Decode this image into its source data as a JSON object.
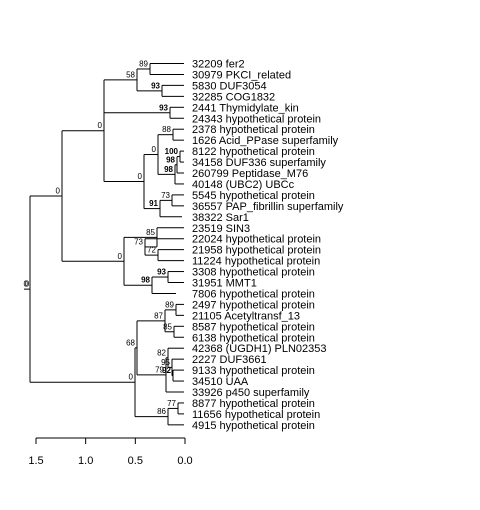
{
  "tree": {
    "leaves": [
      "32209 fer2",
      "30979 PKCI_related",
      "5830 DUF3054",
      "32285 COG1832",
      "2441 Thymidylate_kin",
      "24343 hypothetical protein",
      "2378 hypothetical protein",
      "1626 Acid_PPase superfamily",
      "8122 hypothetical protein",
      "34158 DUF336 superfamily",
      "260799 Peptidase_M76",
      "40148 (UBC2) UBCc",
      "5545 hypothetical protein",
      "36557 PAP_fibrillin superfamily",
      "38322 Sar1",
      "23519 SIN3",
      "22024 hypothetical protein",
      "21958 hypothetical protein",
      "11224 hypothetical protein",
      "3308 hypothetical protein",
      "31951 MMT1",
      "7806 hypothetical protein",
      "2497 hypothetical protein",
      "21105 Acetyltransf_13",
      "8587 hypothetical protein",
      "6138 hypothetical protein",
      "42368 (UGDH1) PLN02353",
      "2227 DUF3661",
      "9133 hypothetical protein",
      "34510 UAA",
      "33926 p450 superfamily",
      "8877 hypothetical protein",
      "11656 hypothetical protein",
      "4915 hypothetical protein"
    ],
    "support_values": [
      {
        "label": "89",
        "bold": false
      },
      {
        "label": "58",
        "bold": false
      },
      {
        "label": "93",
        "bold": true
      },
      {
        "label": "0",
        "bold": false
      },
      {
        "label": "93",
        "bold": true
      },
      {
        "label": "0",
        "bold": false
      },
      {
        "label": "88",
        "bold": false
      },
      {
        "label": "100",
        "bold": true
      },
      {
        "label": "98",
        "bold": true
      },
      {
        "label": "98",
        "bold": true
      },
      {
        "label": "0",
        "bold": false
      },
      {
        "label": "73",
        "bold": false
      },
      {
        "label": "91",
        "bold": true
      },
      {
        "label": "0",
        "bold": false
      },
      {
        "label": "0",
        "bold": false
      },
      {
        "label": "85",
        "bold": false
      },
      {
        "label": "73",
        "bold": false
      },
      {
        "label": "72",
        "bold": false
      },
      {
        "label": "0",
        "bold": false
      },
      {
        "label": "93",
        "bold": true
      },
      {
        "label": "98",
        "bold": true
      },
      {
        "label": "0",
        "bold": false
      },
      {
        "label": "89",
        "bold": false
      },
      {
        "label": "85",
        "bold": false
      },
      {
        "label": "87",
        "bold": false
      },
      {
        "label": "68",
        "bold": false
      },
      {
        "label": "79",
        "bold": false
      },
      {
        "label": "82",
        "bold": false
      },
      {
        "label": "92",
        "bold": true
      },
      {
        "label": "95",
        "bold": false
      },
      {
        "label": "0",
        "bold": false
      },
      {
        "label": "77",
        "bold": false
      },
      {
        "label": "86",
        "bold": false
      }
    ],
    "axis": {
      "ticks": [
        "1.5",
        "1.0",
        "0.5",
        "0.0"
      ]
    }
  }
}
